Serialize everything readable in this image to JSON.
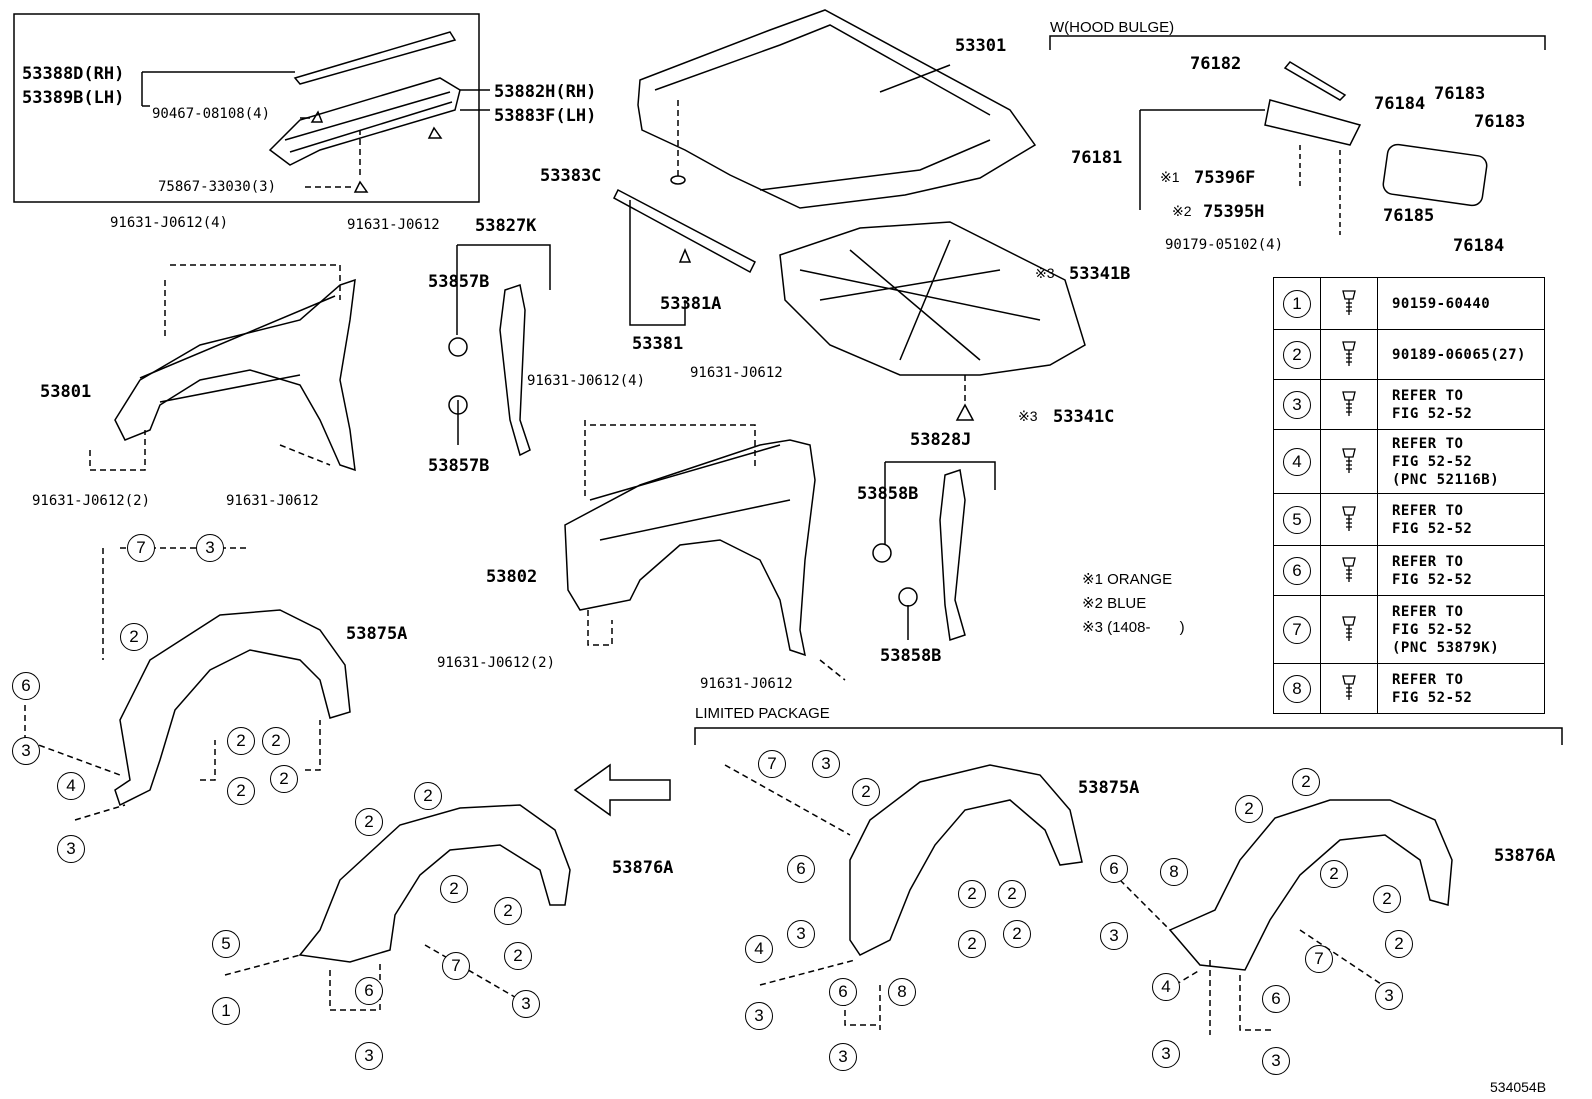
{
  "labels": {
    "p53388d": "53388D(RH)",
    "p53389b": "53389B(LH)",
    "p90467": "90467-08108(4)",
    "p53882h": "53882H(RH)",
    "p53883f": "53883F(LH)",
    "p75867": "75867-33030(3)",
    "p53301": "53301",
    "p53383c": "53383C",
    "p53381a": "53381A",
    "p53381": "53381",
    "p53341b": "53341B",
    "p53341c": "53341C",
    "p91631_4a": "91631-J0612(4)",
    "p91631_top": "91631-J0612",
    "p53827k": "53827K",
    "p53857b_1": "53857B",
    "p53857b_2": "53857B",
    "p53801": "53801",
    "p91631_2a": "91631-J0612(2)",
    "p91631_b": "91631-J0612",
    "p91631_4b": "91631-J0612(4)",
    "p91631_c": "91631-J0612",
    "p53802": "53802",
    "p91631_2b": "91631-J0612(2)",
    "p91631_d": "91631-J0612",
    "p53828j": "53828J",
    "p53858b_1": "53858B",
    "p53858b_2": "53858B",
    "p76182": "76182",
    "p76181": "76181",
    "p75396f": "75396F",
    "p75395h": "75395H",
    "p90179": "90179-05102(4)",
    "p76184a": "76184",
    "p76183a": "76183",
    "p76183b": "76183",
    "p76185": "76185",
    "p76184b": "76184",
    "p53875a_1": "53875A",
    "p53876a_1": "53876A",
    "p53875a_2": "53875A",
    "p53876a_2": "53876A",
    "mark1": "※1",
    "mark2": "※2",
    "mark3a": "※3",
    "mark3b": "※3"
  },
  "headers": {
    "hood_bulge": "W(HOOD BULGE)",
    "limited_package": "LIMITED PACKAGE"
  },
  "notes": {
    "n1": "※1 ORANGE",
    "n2": "※2 BLUE",
    "n3": "※3 (1408-       )"
  },
  "figure_id": "534054B",
  "legend": [
    {
      "num": "①",
      "text": "90159-60440"
    },
    {
      "num": "②",
      "text": "90189-06065(27)"
    },
    {
      "num": "③",
      "text": "REFER TO\nFIG 52-52"
    },
    {
      "num": "④",
      "text": "REFER TO\nFIG 52-52\n(PNC 52116B)"
    },
    {
      "num": "⑤",
      "text": "REFER TO\nFIG 52-52"
    },
    {
      "num": "⑥",
      "text": "REFER TO\nFIG 52-52"
    },
    {
      "num": "⑦",
      "text": "REFER TO\nFIG 52-52\n(PNC 53879K)"
    },
    {
      "num": "⑧",
      "text": "REFER TO\nFIG 52-52"
    }
  ],
  "circled": {
    "c7": "7",
    "c3": "3",
    "c2": "2",
    "c6": "6",
    "c4": "4",
    "c5": "5",
    "c1": "1",
    "c8": "8"
  }
}
